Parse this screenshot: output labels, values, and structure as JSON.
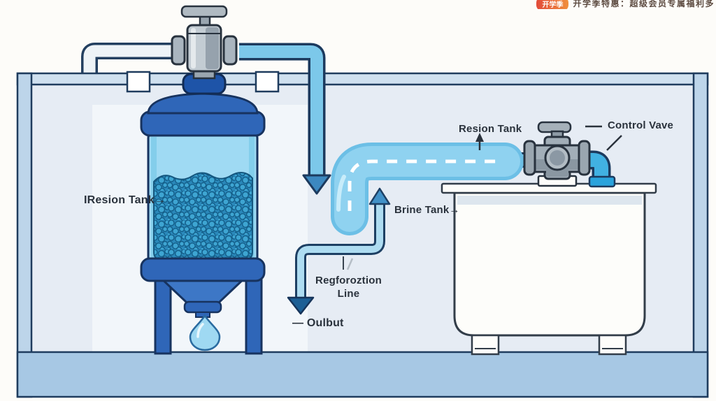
{
  "watermark": {
    "badge": "开学季",
    "message": "开学季特惠：超级会员专属福利多"
  },
  "labels": {
    "resin_side": "IResion Tank→",
    "resin_top": "Resion Tank",
    "control_valve": "Control Vave",
    "brine": "Brine Tank→",
    "regen_1": "Regforoztion",
    "regen_2": "Line",
    "outlet": "— Oulbut"
  },
  "colors": {
    "tank_dark_blue": "#2f66b8",
    "inlet_collar_blue": "#1e54a8",
    "glass_water": "#9fdaf3",
    "resin_bead_fill": "#2a88ba",
    "main_pipe_light": "#8fd2f0",
    "feed_pipe_cyan": "#7cc8ea",
    "elbow_cyan": "#41b1e2",
    "valve_gray": "#a2aeb8",
    "frame_blue": "#bdd5ea",
    "floor_blue": "#a7c8e4",
    "arrow_medium_blue": "#3c88c0",
    "arrow_dark_blue": "#1d5f95",
    "outline_navy": "#17335f",
    "label_text": "#2a323c",
    "background": "#fdfcf9"
  }
}
